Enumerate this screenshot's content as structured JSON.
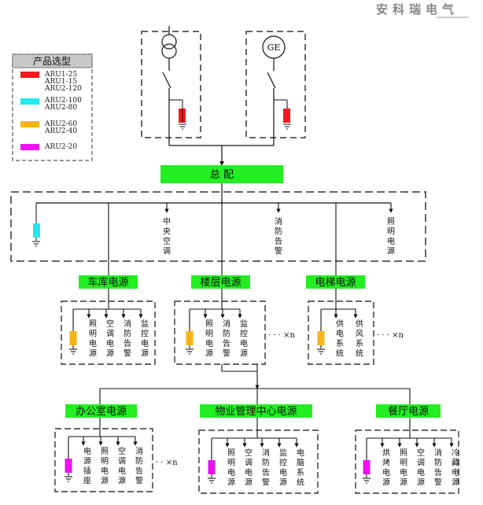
{
  "brand": "安科瑞电气",
  "legend": {
    "title": "产品选型",
    "items": [
      {
        "color": "#ee1c1c",
        "labels": [
          "ARU1-25",
          "ARU1-15",
          "ARU2-120"
        ]
      },
      {
        "color": "#22e8ee",
        "labels": [
          "ARU2-100",
          "ARU2-80"
        ]
      },
      {
        "color": "#f5b515",
        "labels": [
          "ARU2-60",
          "ARU2-40"
        ]
      },
      {
        "color": "#ee11ee",
        "labels": [
          "ARU2-20"
        ]
      }
    ]
  },
  "sources": {
    "generator_label": "GE"
  },
  "main_panel": "总 配",
  "main_loads": [
    "中央空调",
    "消防告警",
    "照明电源"
  ],
  "groups_row1": [
    {
      "label": "车库电源",
      "loads": [
        "照明电源",
        "空调电源",
        "消防告警",
        "监控电源"
      ],
      "multiplier": ""
    },
    {
      "label": "楼层电源",
      "loads": [
        "照明电源",
        "消防告警",
        "监控电源"
      ],
      "multiplier": "· · · ×n"
    },
    {
      "label": "电梯电源",
      "loads": [
        "供电系统",
        "供风系统"
      ],
      "multiplier": "· · · ×n"
    }
  ],
  "groups_row2": [
    {
      "label": "办公室电源",
      "loads": [
        "电源插座",
        "照明电源",
        "空调电源",
        "消防告警"
      ],
      "multiplier": "· · ×n"
    },
    {
      "label": "物业管理中心电源",
      "loads": [
        "照明电源",
        "空调电源",
        "消防告警",
        "监控电源",
        "电脑系统"
      ],
      "multiplier": ""
    },
    {
      "label": "餐厅电源",
      "loads": [
        "烘烤电源",
        "照明电源",
        "空调电源",
        "消防告警",
        "冷藏电源"
      ],
      "multiplier": ""
    }
  ],
  "colors": {
    "green": "#22ee22",
    "red": "#ee1c1c",
    "cyan": "#22e8ee",
    "orange": "#f5b515",
    "magenta": "#ee11ee"
  }
}
